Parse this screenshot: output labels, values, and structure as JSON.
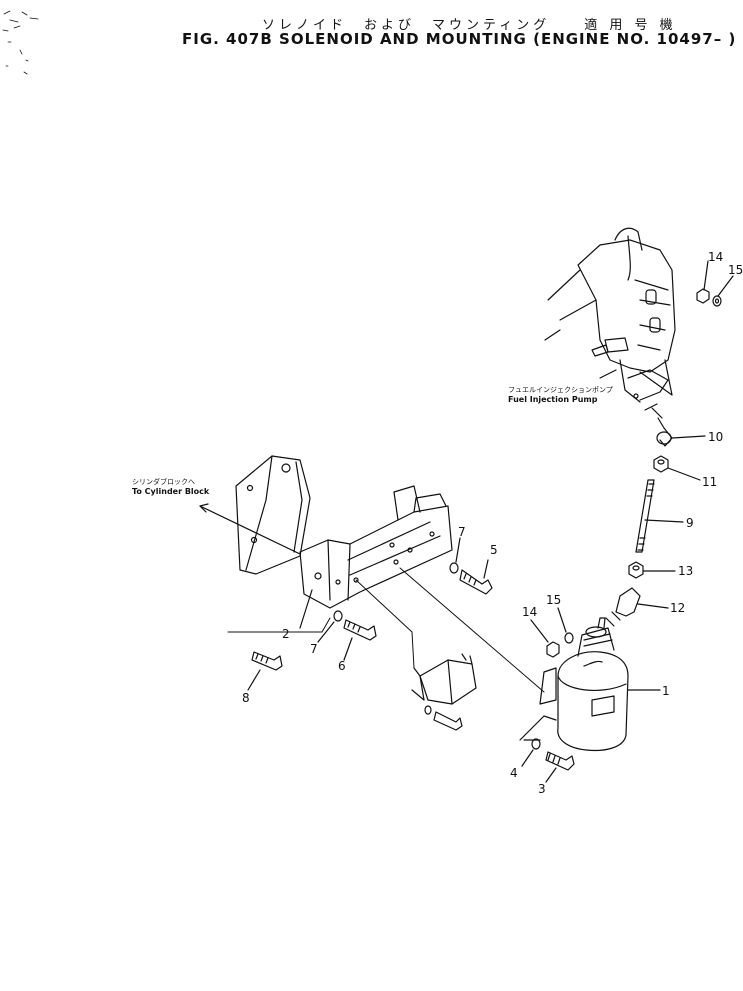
{
  "header": {
    "title_jp": "ソレノイド　および　マウンティング　　適 用 号 機",
    "title_en": "FIG. 407B  SOLENOID AND MOUNTING (ENGINE NO. 10497– )"
  },
  "annotations": {
    "fuel_pump_jp": "フュエルインジェクションポンプ",
    "fuel_pump_en": "Fuel Injection Pump",
    "cylinder_block_jp": "シリンダブロックへ",
    "cylinder_block_en": "To Cylinder Block"
  },
  "callouts": [
    "1",
    "2",
    "3",
    "4",
    "5",
    "6",
    "7",
    "7",
    "8",
    "9",
    "10",
    "11",
    "12",
    "13",
    "14",
    "14",
    "15",
    "15"
  ]
}
